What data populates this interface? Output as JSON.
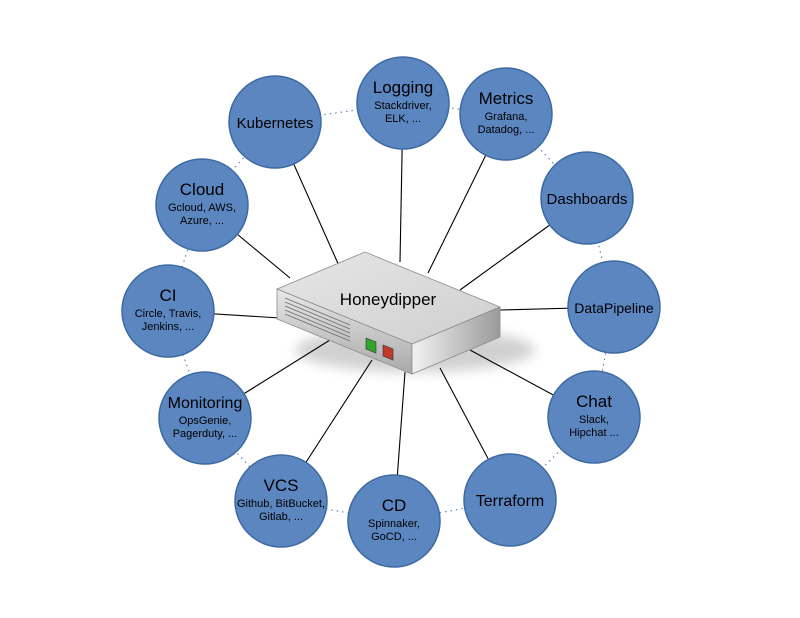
{
  "hub": {
    "label": "Honeydipper",
    "led_colors": [
      "#2fa52f",
      "#c0392b"
    ]
  },
  "nodes": [
    {
      "id": "logging",
      "title": "Logging",
      "sub": [
        "Stackdriver,",
        "ELK, ..."
      ]
    },
    {
      "id": "metrics",
      "title": "Metrics",
      "sub": [
        "Grafana,",
        "Datadog, ..."
      ]
    },
    {
      "id": "dashboards",
      "title": "Dashboards",
      "sub": []
    },
    {
      "id": "datapipeline",
      "title": "DataPipeline",
      "sub": []
    },
    {
      "id": "chat",
      "title": "Chat",
      "sub": [
        "Slack,",
        "Hipchat ..."
      ]
    },
    {
      "id": "terraform",
      "title": "Terraform",
      "sub": []
    },
    {
      "id": "cd",
      "title": "CD",
      "sub": [
        "Spinnaker,",
        "GoCD, ..."
      ]
    },
    {
      "id": "vcs",
      "title": "VCS",
      "sub": [
        "Github, BitBucket,",
        "Gitlab, ..."
      ]
    },
    {
      "id": "monitoring",
      "title": "Monitoring",
      "sub": [
        "OpsGenie,",
        "Pagerduty, ..."
      ]
    },
    {
      "id": "ci",
      "title": "CI",
      "sub": [
        "Circle, Travis,",
        "Jenkins, ..."
      ]
    },
    {
      "id": "cloud",
      "title": "Cloud",
      "sub": [
        "Gcloud, AWS,",
        "Azure, ..."
      ]
    },
    {
      "id": "kubernetes",
      "title": "Kubernetes",
      "sub": []
    }
  ],
  "colors": {
    "node_fill": "#5b86c0",
    "node_stroke": "#3e6aa3",
    "hub_top": "#d9d9d9",
    "hub_side": "#b5b5b5"
  }
}
